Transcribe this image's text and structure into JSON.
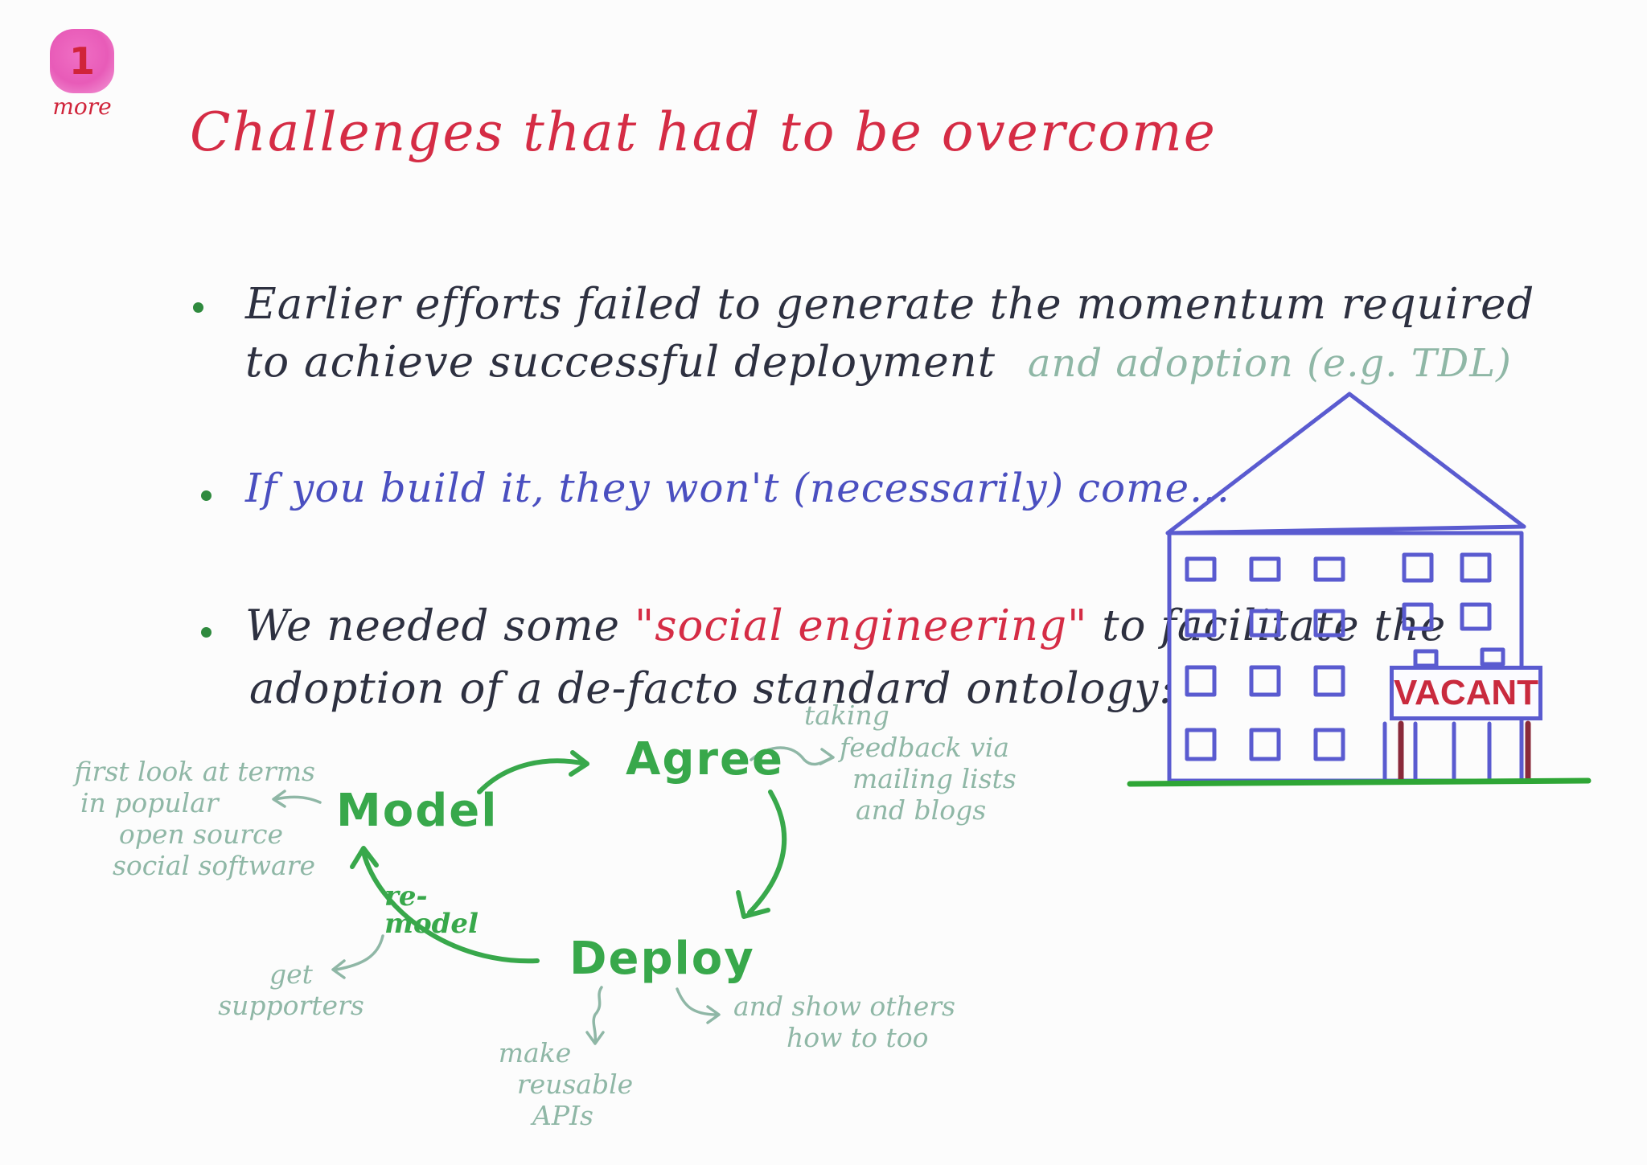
{
  "more": {
    "number": "1",
    "label": "more"
  },
  "title": "Challenges that had to be overcome",
  "bullets": {
    "first_line1": "Earlier efforts failed to generate the momentum required",
    "first_line2": "to achieve successful deployment",
    "first_line2_muted": "and adoption (e.g. TDL)",
    "second": "If you build it, they won't (necessarily) come...",
    "third_before": "We needed some",
    "third_highlight": "\"social engineering\"",
    "third_after": "to facilitate the",
    "third_line2": "adoption of a de-facto standard ontology:"
  },
  "cycle": {
    "model": "Model",
    "agree": "Agree",
    "deploy": "Deploy",
    "remodel": "re-\nmodel"
  },
  "notes": {
    "model": [
      "first look at terms",
      "in popular",
      "open source",
      "social software"
    ],
    "agree_label": "taking",
    "agree": [
      "feedback via",
      "mailing lists",
      "and blogs"
    ],
    "supporters": [
      "get",
      "supporters"
    ],
    "apis": [
      "make",
      "reusable",
      "APIs"
    ],
    "show_others": [
      "and show others",
      "how to too"
    ]
  },
  "building": {
    "sign": "VACANT"
  },
  "colors": {
    "title_red": "#d52c45",
    "ink_dark": "#2d3040",
    "ink_blue": "#4a4fc0",
    "ink_green": "#38a84b",
    "ink_muted": "#8fb7a6",
    "building_blue": "#5a5bd0",
    "grass_green": "#2fa636",
    "badge_pink": "#e85bb8"
  }
}
